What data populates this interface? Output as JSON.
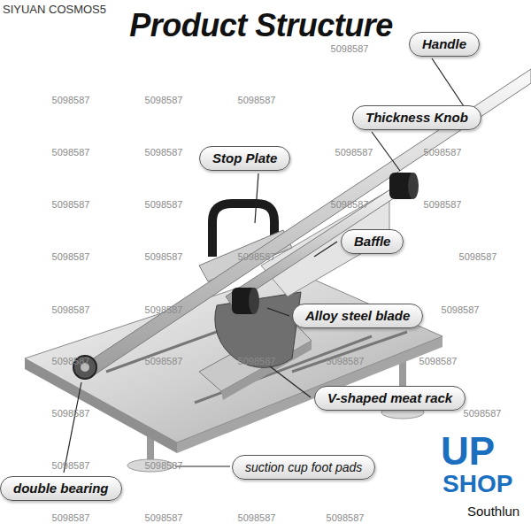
{
  "diagram": {
    "title": "Product Structure",
    "nodes": [
      {
        "text": [
          "Handle"
        ]
      },
      {
        "text": [
          "Thickness Knob"
        ]
      },
      {
        "text": [
          "Stop Plate"
        ]
      },
      {
        "text": [
          "Baffle"
        ]
      },
      {
        "text": [
          "Alloy steel blade"
        ]
      },
      {
        "text": [
          "V-shaped meat rack"
        ]
      },
      {
        "text": [
          "suction cup foot pads"
        ]
      },
      {
        "text": [
          "double bearing"
        ]
      }
    ],
    "labels": [
      "SIYUAN COSMOS5",
      "5098587",
      "5098587",
      "5098587",
      "5098587",
      "5098587",
      "5098587",
      "5098587",
      "5098587",
      "5098587",
      "5098587",
      "5098587",
      "5098587",
      "5098587",
      "5098587",
      "5098587",
      "5098587",
      "5098587",
      "5098587",
      "5098587",
      "5098587",
      "5098587",
      "5098587",
      "5098587",
      "5098587",
      "5098587",
      "5098587",
      "5098587",
      "5098587",
      "5098587",
      "5098587",
      "5098587",
      "5098587",
      "UP",
      "SHOP",
      "Southlun"
    ]
  }
}
